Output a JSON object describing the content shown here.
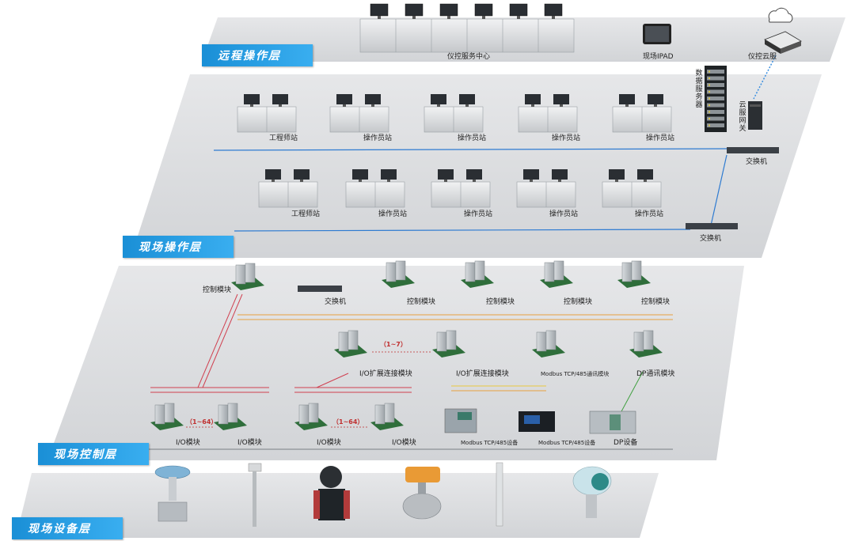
{
  "layers": {
    "remote": "远程操作层",
    "site_op": "现场操作层",
    "site_ctrl": "现场控制层",
    "site_dev": "现场设备层"
  },
  "remote": {
    "service_center": "仪控服务中心",
    "ipad": "现场IPAD",
    "cloud_service": "仪控云服"
  },
  "site_op": {
    "row1": [
      "工程师站",
      "操作员站",
      "操作员站",
      "操作员站",
      "操作员站"
    ],
    "row2": [
      "工程师站",
      "操作员站",
      "操作员站",
      "操作员站",
      "操作员站"
    ],
    "data_server": "数据服务器",
    "cloud_gateway": "云服网关",
    "switch1": "交换机",
    "switch2": "交换机"
  },
  "site_ctrl": {
    "control_module_label": "控制模块",
    "switch": "交换机",
    "io_ext_1": "I/O扩展连接模块",
    "io_ext_2": "I/O扩展连接模块",
    "modbus_comm": "Modbus TCP/485通讯模块",
    "dp_comm": "DP通讯模块",
    "io_module": "I/O模块",
    "range_1_7": "（1~7）",
    "range_1_64": "（1~64）",
    "modbus_dev": "Modbus TCP/485设备",
    "dp_dev": "DP设备"
  },
  "colors": {
    "tag_blue": "#1a8fd6",
    "panel": "#d9dbdd",
    "ethernet": "#2e7bd1",
    "red_bus": "#d04050",
    "orange_bus": "#e8a040",
    "yellow_bus": "#e8c840",
    "green_bus": "#40a040"
  },
  "icons": [
    "monitor-icon",
    "cabinet-icon",
    "tablet-icon",
    "cloud-icon",
    "server-rack-icon",
    "gateway-icon",
    "switch-icon",
    "plc-module-icon",
    "valve-icon",
    "thermocouple-icon",
    "flowmeter-icon",
    "ball-valve-icon",
    "level-gauge-icon",
    "pressure-transmitter-icon"
  ]
}
